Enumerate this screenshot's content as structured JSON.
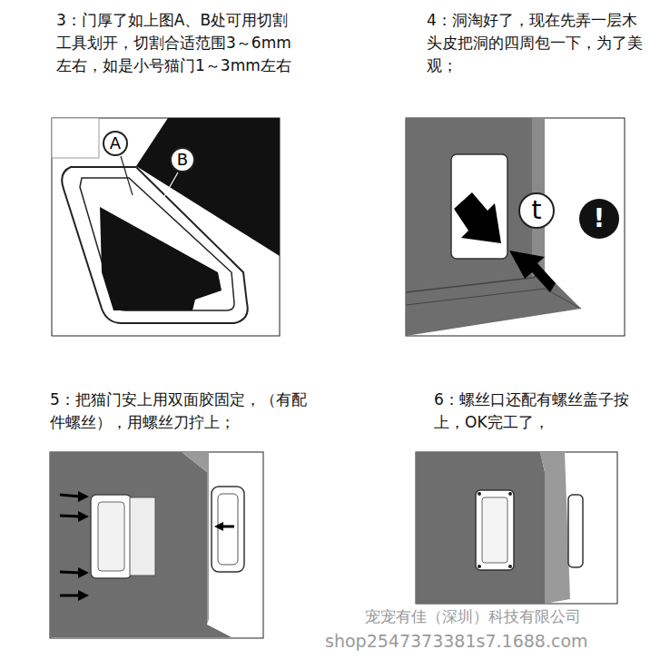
{
  "diagram": {
    "nodes": [
      {
        "text": [
          "A"
        ]
      },
      {
        "text": [
          "B"
        ]
      },
      {
        "text": [
          "t"
        ]
      },
      {
        "text": [
          "!"
        ]
      }
    ],
    "labels": [
      "3：门厚了如上图A、B处可用切割工具划开，切割合适范围3～6mm左右，如是小号猫门1～3mm左右",
      "4：洞淘好了，现在先弄一层木头皮把洞的四周包一下，为了美观；",
      "5：把猫门安上用双面胶固定，（有配件螺丝），用螺丝刀拧上；",
      "6：螺丝口还配有螺丝盖子按上，OK完工了，",
      "宠宠有佳（深圳）科技有限公司",
      "shop2547373381s7.1688.com"
    ]
  }
}
